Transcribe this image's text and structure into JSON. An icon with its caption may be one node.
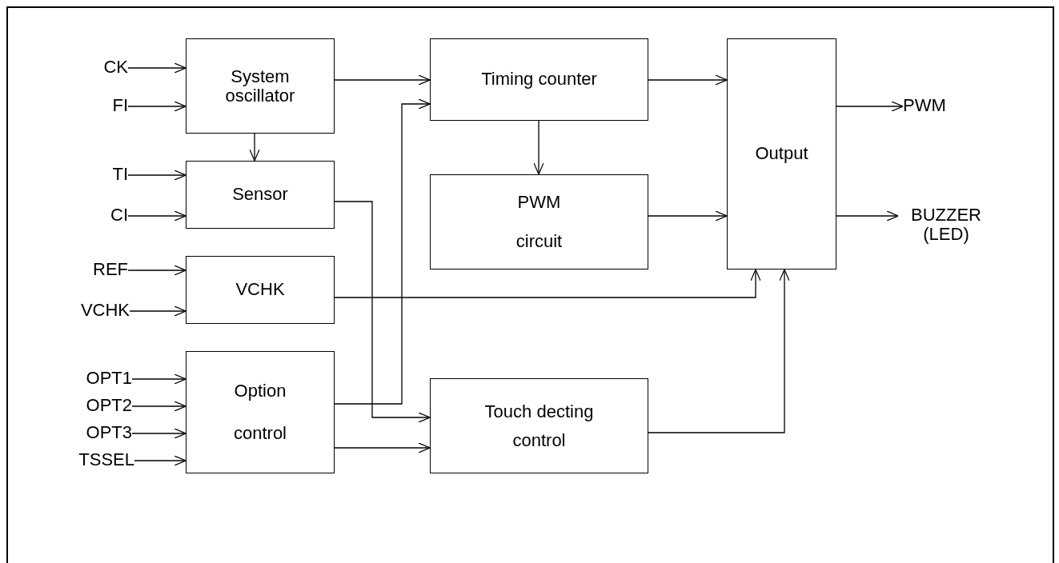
{
  "diagram": {
    "nodes": [
      {
        "text": [
          "CK"
        ]
      },
      {
        "text": [
          "FI"
        ]
      },
      {
        "text": [
          "System oscillator"
        ]
      },
      {
        "text": [
          "Timing counter"
        ]
      },
      {
        "text": [
          "Output"
        ]
      },
      {
        "text": [
          "PWM"
        ]
      },
      {
        "text": [
          "TI"
        ]
      },
      {
        "text": [
          "CI"
        ]
      },
      {
        "text": [
          "Sensor"
        ]
      },
      {
        "text": [
          "PWM circuit"
        ]
      },
      {
        "text": [
          "BUZZER (LED)"
        ]
      },
      {
        "text": [
          "REF"
        ]
      },
      {
        "text": [
          "VCHK"
        ]
      },
      {
        "text": [
          "VCHK"
        ]
      },
      {
        "text": [
          "OPT1"
        ]
      },
      {
        "text": [
          "OPT2"
        ]
      },
      {
        "text": [
          "OPT3"
        ]
      },
      {
        "text": [
          "TSSEL"
        ]
      },
      {
        "text": [
          "Option control"
        ]
      },
      {
        "text": [
          "Touch decting control"
        ]
      }
    ],
    "edges": [
      {
        "from": 0,
        "to": 2,
        "arrow": "to"
      },
      {
        "from": 1,
        "to": 2,
        "arrow": "to"
      },
      {
        "from": 2,
        "to": 3,
        "arrow": "to"
      },
      {
        "from": 2,
        "to": 8,
        "arrow": "to"
      },
      {
        "from": 3,
        "to": 4,
        "arrow": "to"
      },
      {
        "from": 3,
        "to": 9,
        "arrow": "to"
      },
      {
        "from": 4,
        "to": 5,
        "arrow": "to"
      },
      {
        "from": 6,
        "to": 8,
        "arrow": "to"
      },
      {
        "from": 7,
        "to": 8,
        "arrow": "to"
      },
      {
        "from": 9,
        "to": 4,
        "arrow": "to"
      },
      {
        "from": 4,
        "to": 10,
        "arrow": "to"
      },
      {
        "from": 8,
        "to": 19,
        "arrow": "to"
      },
      {
        "from": 11,
        "to": 13,
        "arrow": "to"
      },
      {
        "from": 12,
        "to": 13,
        "arrow": "to"
      },
      {
        "from": 13,
        "to": 4,
        "arrow": "to"
      },
      {
        "from": 14,
        "to": 18,
        "arrow": "to"
      },
      {
        "from": 15,
        "to": 18,
        "arrow": "to"
      },
      {
        "from": 16,
        "to": 18,
        "arrow": "to"
      },
      {
        "from": 17,
        "to": 18,
        "arrow": "to"
      },
      {
        "from": 18,
        "to": 3,
        "arrow": "to"
      },
      {
        "from": 18,
        "to": 19,
        "arrow": "to"
      },
      {
        "from": 19,
        "to": 4,
        "arrow": "to"
      }
    ]
  }
}
